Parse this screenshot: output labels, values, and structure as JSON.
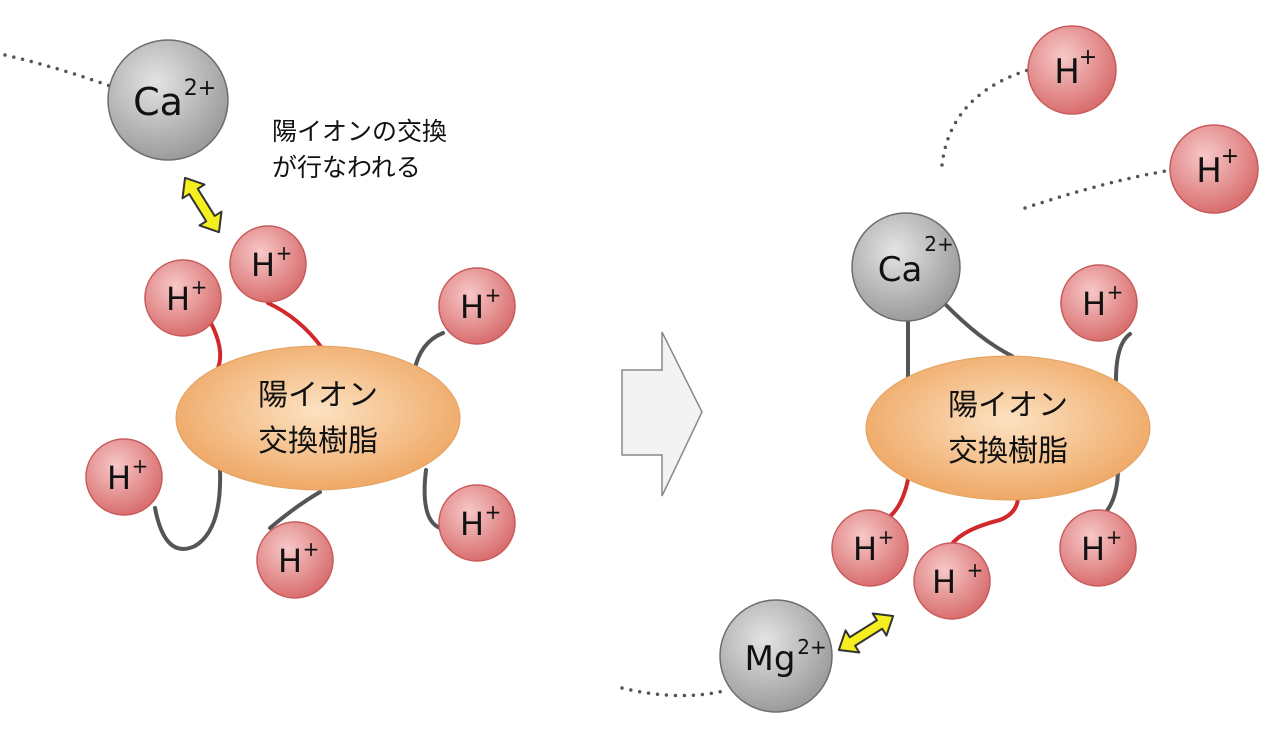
{
  "colors": {
    "resin_light": "#fce2c2",
    "resin_dark": "#efa866",
    "h_ion_light": "#f7c8c8",
    "h_ion_dark": "#d96f6f",
    "ion_gray_light": "#e4e4e4",
    "ion_gray_dark": "#9c9c9c",
    "bond_active": "#d0282b",
    "bond_inactive": "#555555",
    "exchange_arrow": "#f5ef1f",
    "transition_arrow": "#f3f3f3"
  },
  "annotation": {
    "line1": "陽イオンの交換",
    "line2": "が行なわれる"
  },
  "before": {
    "resin_label": {
      "line1": "陽イオン",
      "line2": "交換樹脂"
    },
    "calcium_ion": {
      "symbol": "Ca",
      "charge": "2+"
    },
    "hydrogen_ion": {
      "symbol": "H",
      "charge": "+"
    }
  },
  "after": {
    "resin_label": {
      "line1": "陽イオン",
      "line2": "交換樹脂"
    },
    "calcium_ion": {
      "symbol": "Ca",
      "charge": "2+"
    },
    "magnesium_ion": {
      "symbol": "Mg",
      "charge": "2+"
    },
    "hydrogen_ion": {
      "symbol": "H",
      "charge": "+"
    }
  }
}
